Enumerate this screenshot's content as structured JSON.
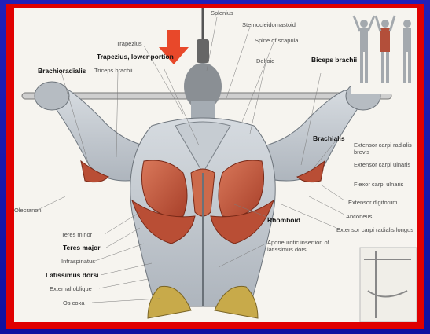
{
  "labels": {
    "splenius": "Splenius",
    "sternocleidomastoid": "Sternocleidomastoid",
    "trapezius": "Trapezius",
    "spine_of_scapula": "Spine of scapula",
    "trapezius_lower": "Trapezius, lower portion",
    "biceps_brachii": "Biceps brachii",
    "brachioradialis": "Brachioradialis",
    "triceps_brachii": "Triceps brachii",
    "deltoid": "Deltoid",
    "brachialis": "Brachialis",
    "ext_carpi_rad_brevis": "Extensor carpi radialis brevis",
    "ext_carpi_ulnaris": "Extensor carpi ulnaris",
    "flexor_carpi_ulnaris": "Flexor carpi ulnaris",
    "ext_digitorum": "Extensor digitorum",
    "anconeus": "Anconeus",
    "ext_carpi_rad_longus": "Extensor carpi radialis longus",
    "olecranon": "Olecranon",
    "teres_minor": "Teres minor",
    "teres_major": "Teres major",
    "infraspinatus": "Infraspinatus",
    "latissimus_dorsi": "Latissimus dorsi",
    "external_oblique": "External oblique",
    "os_coxa": "Os coxa",
    "rhomboid": "Rhomboid",
    "aponeurotic_insertion": "Aponeurotic insertion of latissimus dorsi"
  },
  "colors": {
    "background": "#1a1aa8",
    "border": "#e00000",
    "plate": "#f6f4ef",
    "arrow": "#e8482a",
    "highlight_muscle": "#c9593c"
  },
  "icons": {
    "arrow": "down-arrow-icon"
  }
}
